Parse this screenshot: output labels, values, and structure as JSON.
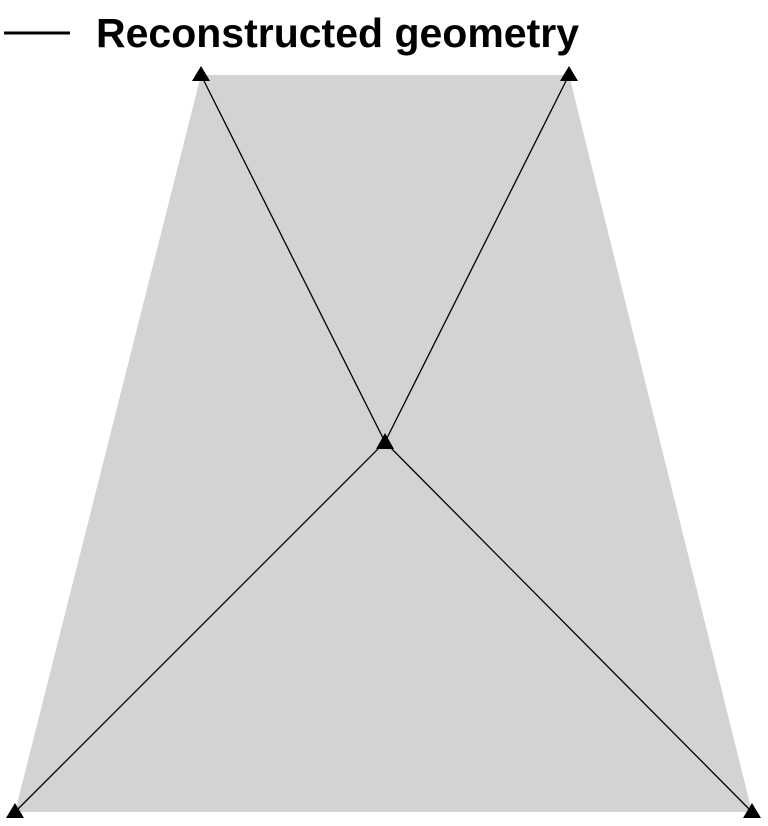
{
  "legend": {
    "label": "Reconstructed geometry",
    "line_color": "#000000"
  },
  "colors": {
    "fill": "#d3d3d3",
    "edge": "#000000",
    "marker": "#000000",
    "background": "#ffffff"
  },
  "diagram": {
    "shape": "trapezoid",
    "marker_shape": "triangle",
    "vertices": [
      "top-left",
      "top-right",
      "bottom-left",
      "bottom-right",
      "center"
    ],
    "edges": [
      [
        "center",
        "top-left"
      ],
      [
        "center",
        "top-right"
      ],
      [
        "center",
        "bottom-left"
      ],
      [
        "center",
        "bottom-right"
      ]
    ]
  }
}
